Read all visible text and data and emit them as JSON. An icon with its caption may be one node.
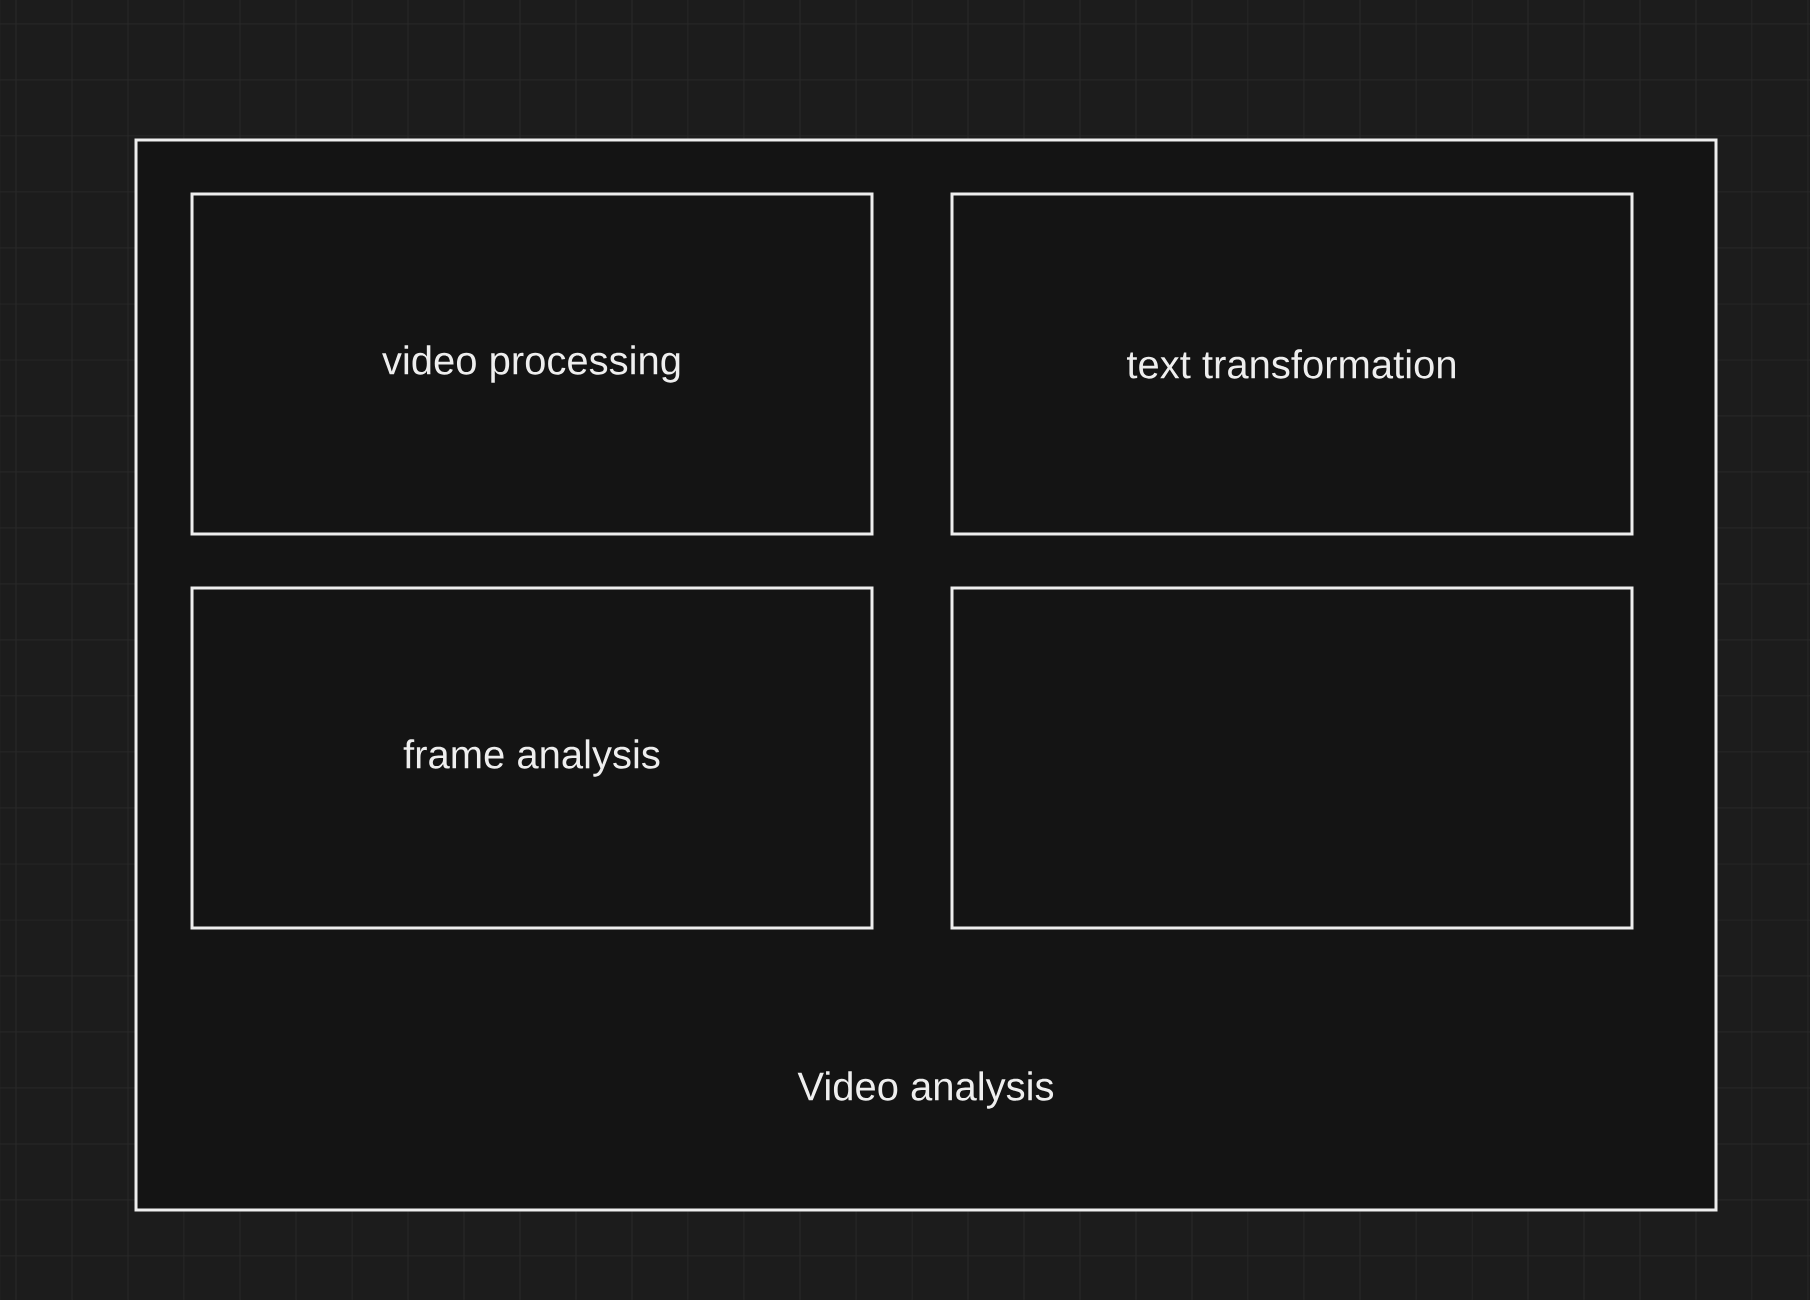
{
  "diagram": {
    "nodes": [
      {
        "text": [
          "Video analysis"
        ]
      },
      {
        "text": [
          "video processing"
        ],
        "in": 0
      },
      {
        "text": [
          "text transformation"
        ],
        "in": 0
      },
      {
        "text": [
          "frame analysis"
        ],
        "in": 0
      },
      {
        "text": [],
        "shape": "box",
        "in": 0
      }
    ]
  }
}
